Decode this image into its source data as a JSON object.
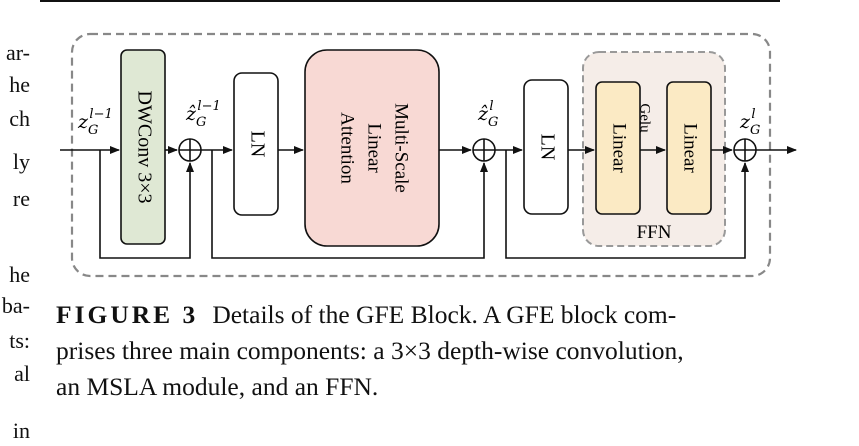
{
  "left_column_fragments": [
    "ar-",
    "he",
    "ch",
    "ly",
    "re",
    "he",
    "ba-",
    "ts:",
    "al",
    "in"
  ],
  "diagram": {
    "blocks": {
      "dwconv": "DWConv 3×3",
      "ln1": "LN",
      "msla": [
        "Multi-Scale",
        "Linear",
        "Attention"
      ],
      "ln2": "LN",
      "linear1": "Linear",
      "linear2": "Linear",
      "ffn": "FFN",
      "gelu": "Gelu"
    },
    "signals": {
      "input": {
        "base": "z",
        "sub": "G",
        "sup": "l−1"
      },
      "after_conv": {
        "base": "ẑ",
        "sub": "G",
        "sup": "l−1"
      },
      "after_attn": {
        "base": "ẑ",
        "sub": "G",
        "sup": "l"
      },
      "output": {
        "base": "z",
        "sub": "G",
        "sup": "l"
      }
    },
    "colors": {
      "dwconv_fill": "#dfe8d4",
      "msla_fill": "#f8d9d4",
      "linear_fill": "#fbeac4",
      "ffn_fill": "#f5ede8",
      "dashed_border": "#888888"
    }
  },
  "caption": {
    "label": "FIGURE 3",
    "line1": "Details of the GFE Block. A GFE block com-",
    "line2": "prises three main components: a 3×3 depth-wise convolution,",
    "line3": "an MSLA module, and an FFN."
  }
}
